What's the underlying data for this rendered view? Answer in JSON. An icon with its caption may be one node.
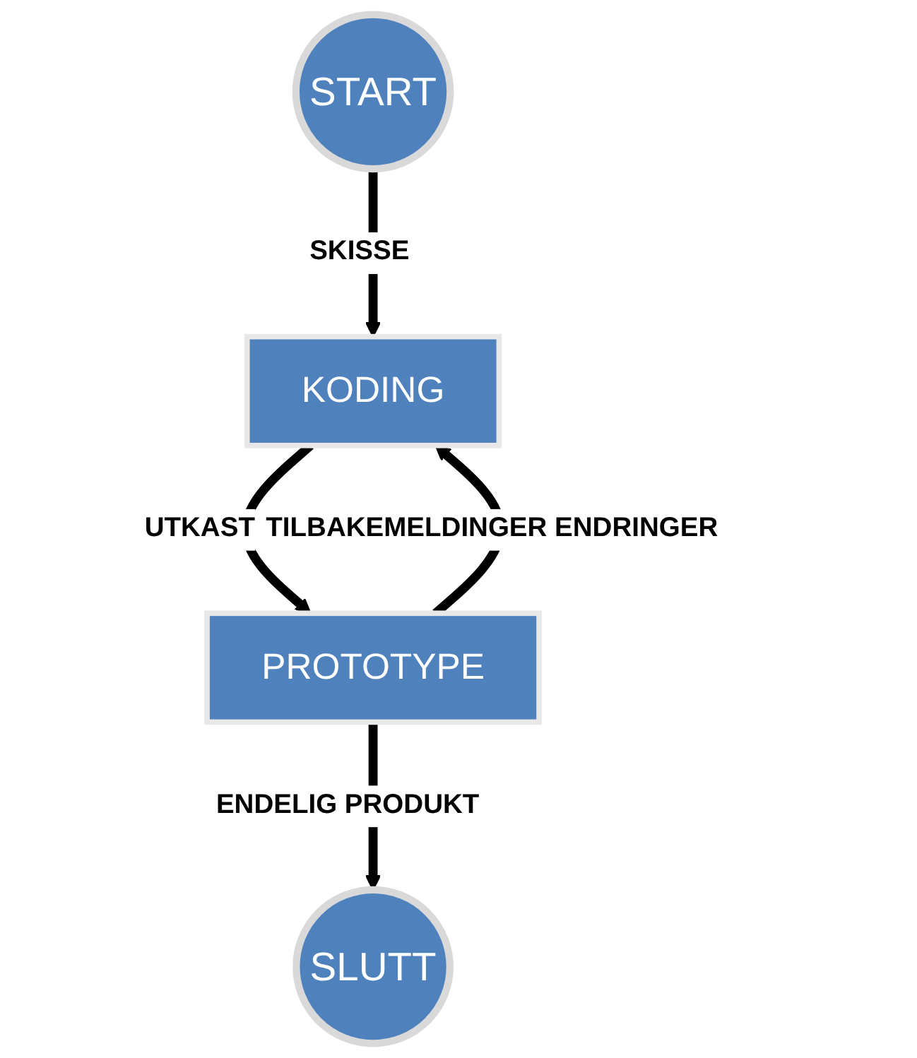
{
  "diagram": {
    "nodes": [
      {
        "text": [
          "START"
        ]
      },
      {
        "text": [
          "KODING"
        ]
      },
      {
        "text": [
          "PROTOTYPE"
        ]
      },
      {
        "text": [
          "SLUTT"
        ]
      }
    ],
    "edges": [
      {
        "from": 0,
        "to": 1,
        "arrow": "to",
        "label": "SKISSE"
      },
      {
        "from": 1,
        "to": 2,
        "arrow": "to",
        "label": "UTKAST"
      },
      {
        "from": 2,
        "to": 1,
        "arrow": "to",
        "label": "TILBAKEMELDINGER ENDRINGER"
      },
      {
        "from": 2,
        "to": 3,
        "arrow": "to",
        "label": "ENDELIG PRODUKT"
      }
    ]
  }
}
